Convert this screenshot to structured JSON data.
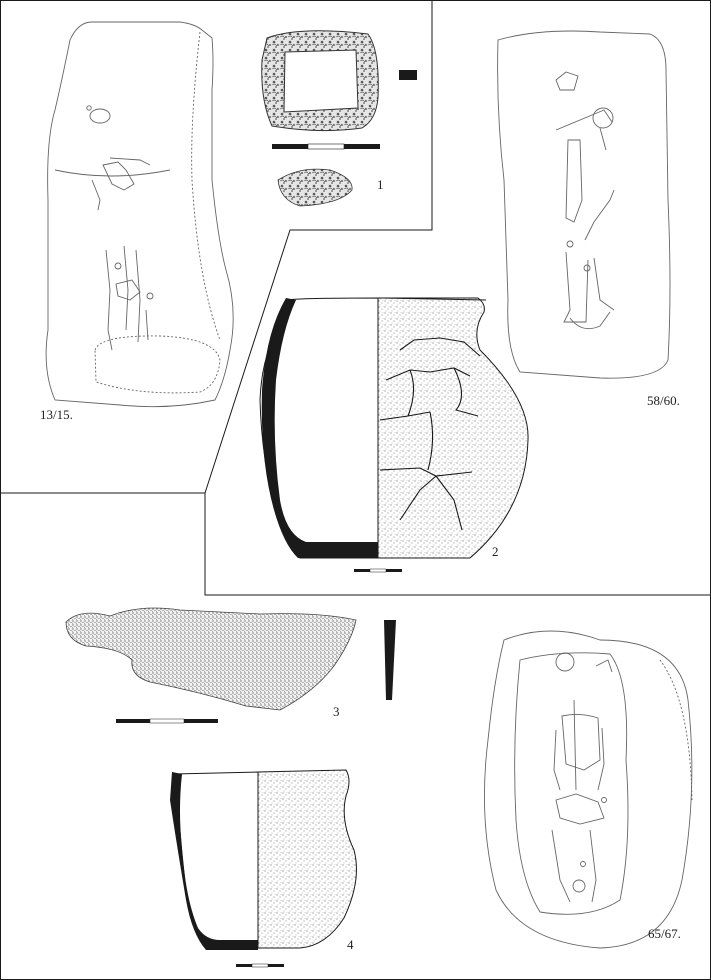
{
  "figure": {
    "finds": [
      {
        "id": "find-1",
        "label": "1",
        "description": "iron buckle with cross-section and side view"
      },
      {
        "id": "find-2",
        "label": "2",
        "description": "ceramic vessel"
      },
      {
        "id": "find-3",
        "label": "3",
        "description": "iron fragment with cross-section"
      },
      {
        "id": "find-4",
        "label": "4",
        "description": "ceramic vessel"
      }
    ],
    "graves": [
      {
        "id": "grave-13-15",
        "label": "13/15."
      },
      {
        "id": "grave-58-60",
        "label": "58/60."
      },
      {
        "id": "grave-65-67",
        "label": "65/67."
      }
    ],
    "colors": {
      "ink": "#1a1a1a",
      "line": "#666666",
      "background": "#ffffff"
    }
  }
}
